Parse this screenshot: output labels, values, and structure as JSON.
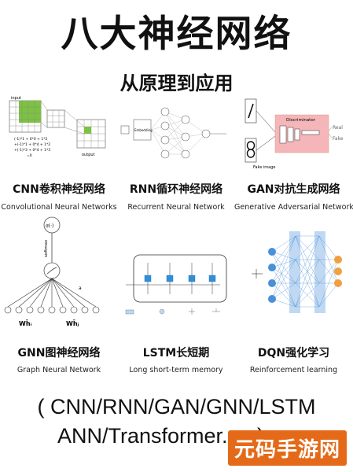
{
  "title": "八大神经网络",
  "subtitle": "从原理到应用",
  "cards": [
    {
      "title": "CNN卷积神经网络",
      "subtitle": "Convolutional Neural Networks",
      "fig": {
        "input_label": "input",
        "output_label": "output",
        "equations": [
          "(-1)*1 + 0*0 + 1*2",
          "+(-1)*1 + 0*4 + 1*2",
          "+(-1)*3 + 0*4 + 1*3",
          "=0"
        ]
      }
    },
    {
      "title": "RNN循环神经网络",
      "subtitle": "Recurrent Neural Network",
      "fig": {
        "embedding_label": "Embedding"
      }
    },
    {
      "title": "GAN对抗生成网络",
      "subtitle": "Generative Adversarial Networks",
      "fig": {
        "discriminator_label": "Discriminator",
        "real_label": "Real",
        "fake_label": "Fake",
        "fake_image_label": "Fake image"
      }
    },
    {
      "title": "GNN图神经网络",
      "subtitle": "Graph Neural Network",
      "fig": {
        "top_node": "σ(·)",
        "softmax_label": "softmax",
        "a_label": "a",
        "w_left": "Wh̄ᵢ",
        "w_right": "Wh̄ⱼ"
      }
    },
    {
      "title": "LSTM长短期",
      "subtitle": "Long short-term memory",
      "fig": {}
    },
    {
      "title": "DQN强化学习",
      "subtitle": "Reinforcement learning",
      "fig": {}
    }
  ],
  "footer": {
    "line1": "( CNN/RNN/GAN/GNN/LSTM",
    "line2": "ANN/Transformer..... )"
  },
  "watermark": "元码手游网",
  "colors": {
    "accent_orange": "#e46a19",
    "cnn_green": "#7cc243",
    "gan_pink": "#f4b6b8",
    "lstm_blue": "#2f8fd8",
    "dqn_blue": "#4a90d9",
    "dqn_orange": "#f0a040"
  }
}
